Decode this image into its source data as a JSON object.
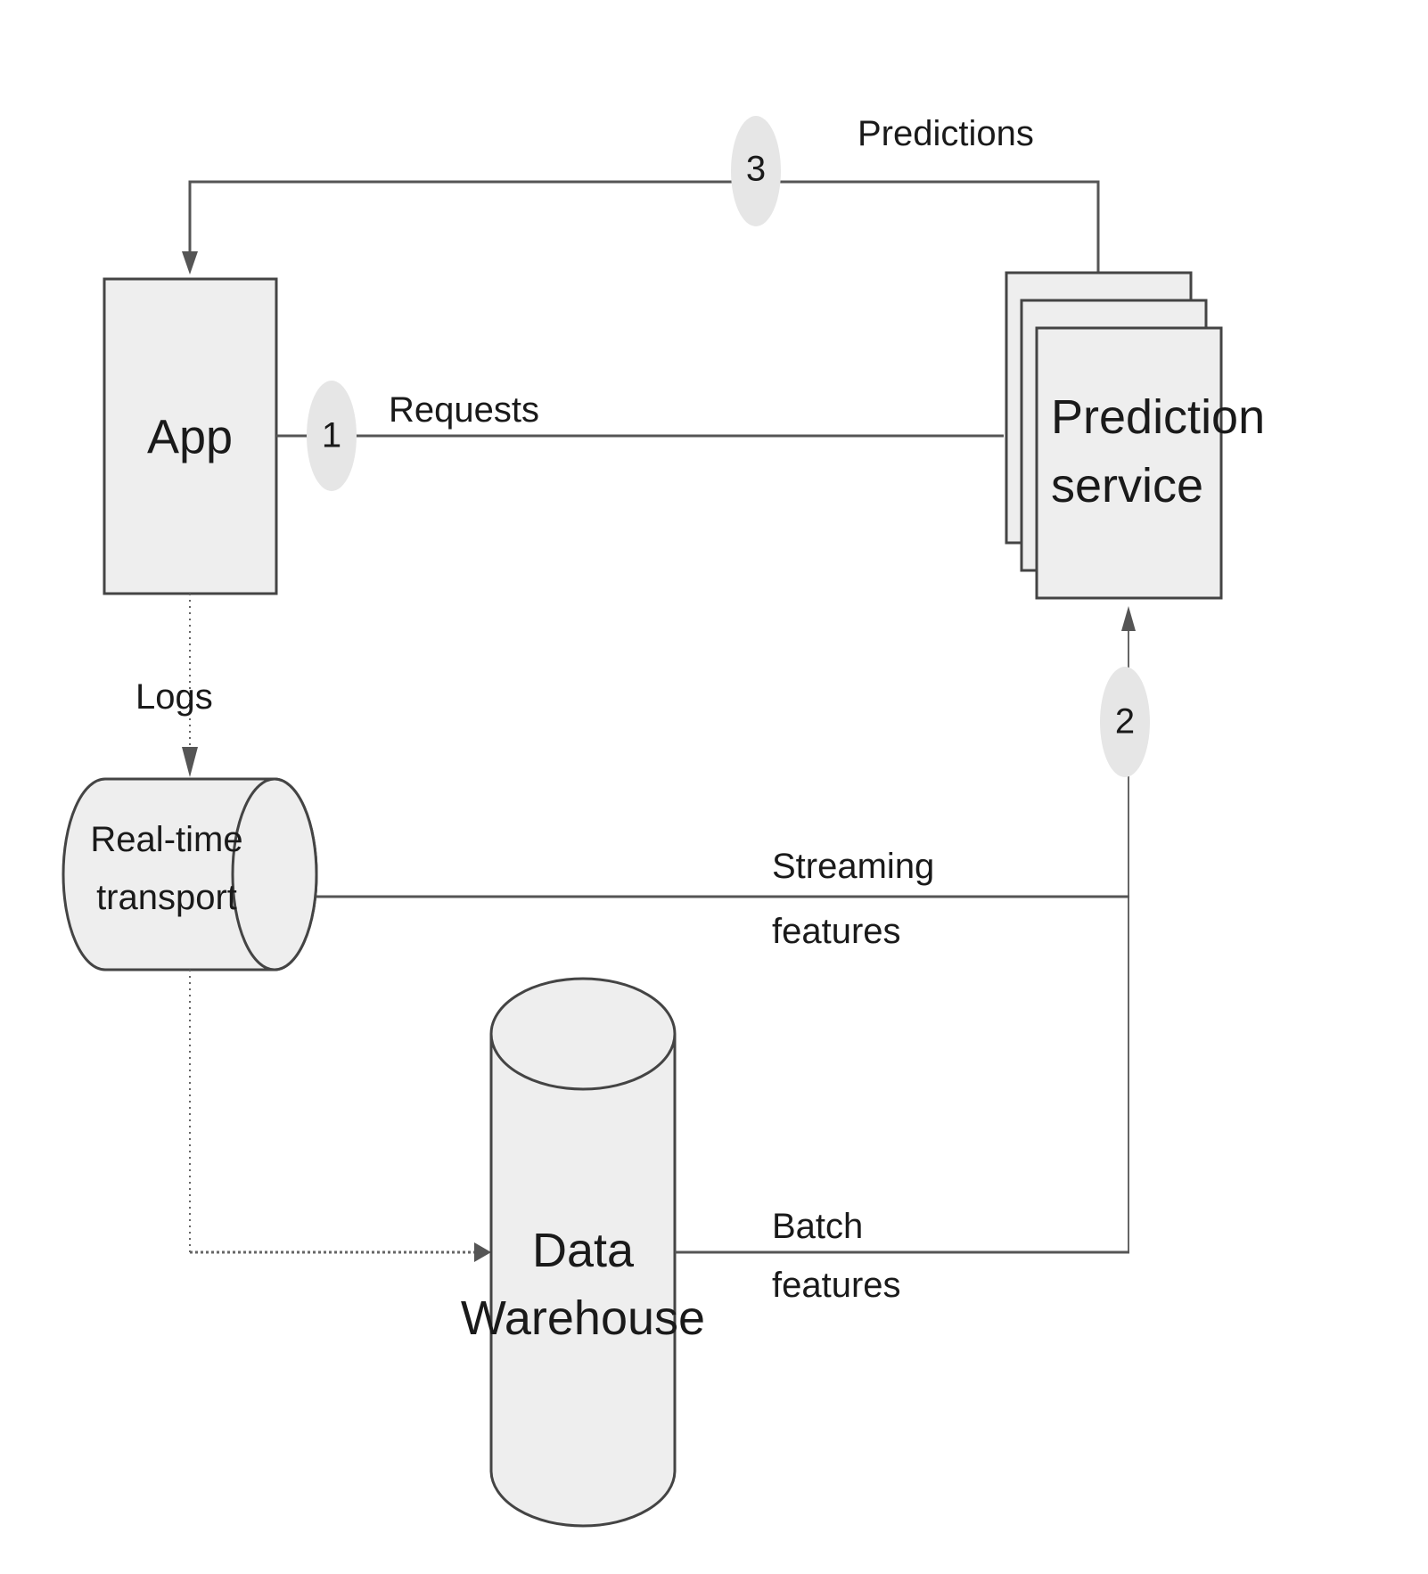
{
  "nodes": {
    "app": {
      "label": "App"
    },
    "prediction_service": {
      "label_line1": "Prediction",
      "label_line2": "service"
    },
    "realtime_transport": {
      "label_line1": "Real-time",
      "label_line2": "transport"
    },
    "data_warehouse": {
      "label_line1": "Data",
      "label_line2": "Warehouse"
    }
  },
  "edges": {
    "requests": {
      "step": "1",
      "label": "Requests"
    },
    "features": {
      "step": "2"
    },
    "predictions": {
      "step": "3",
      "label": "Predictions"
    },
    "logs": {
      "label": "Logs"
    },
    "streaming_features": {
      "label_line1": "Streaming",
      "label_line2": "features"
    },
    "batch_features": {
      "label_line1": "Batch",
      "label_line2": "features"
    }
  },
  "colors": {
    "node_fill": "#eeeeee",
    "node_stroke": "#444444",
    "edge": "#555555",
    "badge": "#e6e6e6"
  }
}
